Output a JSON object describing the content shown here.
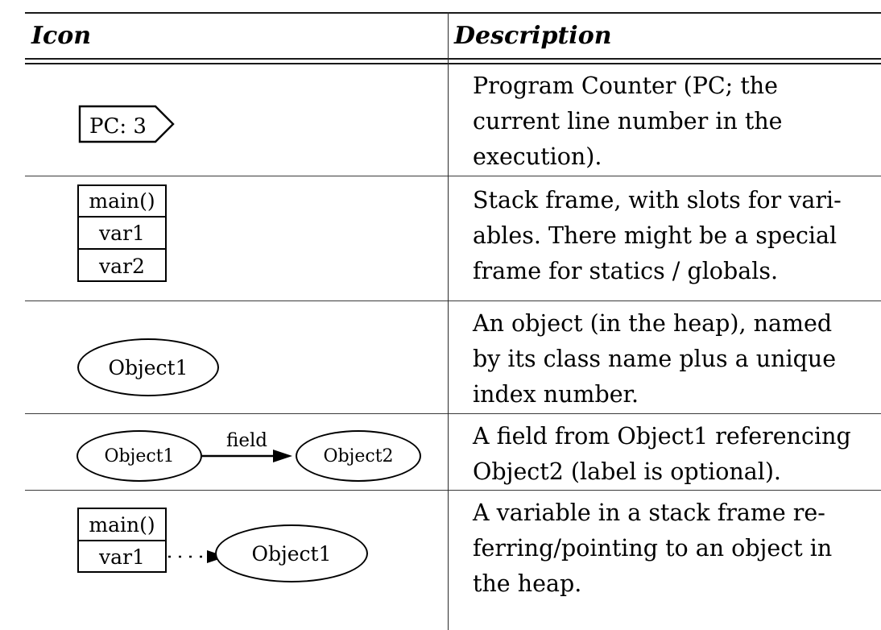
{
  "table": {
    "columns": [
      {
        "header": "Icon"
      },
      {
        "header": "Description"
      }
    ],
    "rows": [
      {
        "icon": {
          "type": "pc-pointer",
          "label": "PC: 3"
        },
        "description": "Program Counter (PC; the\ncurrent line number in the\nexecution)."
      },
      {
        "icon": {
          "type": "stack-frame",
          "slots": [
            "main()",
            "var1",
            "var2"
          ]
        },
        "description": "Stack frame, with slots for vari-\nables. There might be a special\nframe for statics / globals."
      },
      {
        "icon": {
          "type": "object-ellipse",
          "label": "Object1"
        },
        "description": "An object (in the heap), named\nby its class name plus a unique\nindex number."
      },
      {
        "icon": {
          "type": "object-reference",
          "source_label": "Object1",
          "target_label": "Object2",
          "edge_label": "field",
          "edge_style": "solid"
        },
        "description": "A field from Object1 referencing\nObject2 (label is optional)."
      },
      {
        "icon": {
          "type": "variable-reference",
          "slots": [
            "main()",
            "var1"
          ],
          "target_label": "Object1",
          "edge_style": "dotted"
        },
        "description": "A variable in a stack frame re-\nferring/pointing to an object in\nthe heap."
      }
    ]
  },
  "colors": {
    "rule": "#1a1a1a",
    "text": "#000000",
    "background": "#ffffff"
  }
}
